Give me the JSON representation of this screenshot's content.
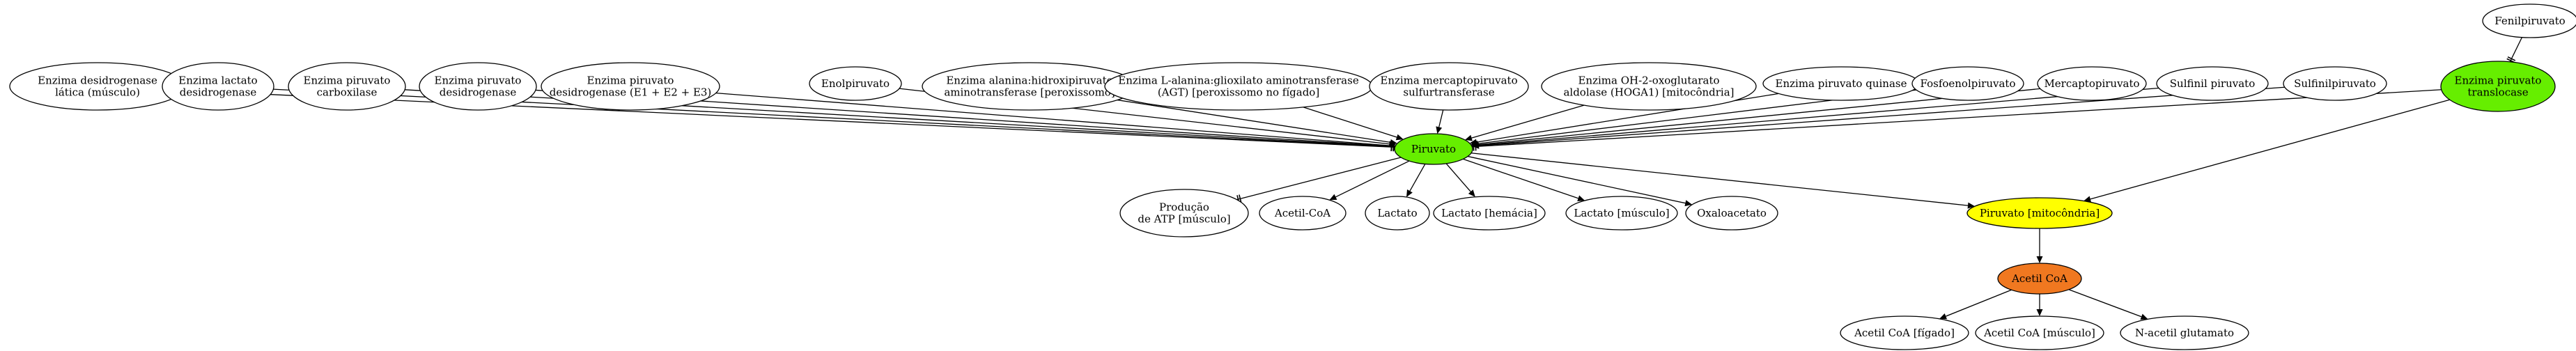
{
  "diagram": {
    "nodes": [
      {
        "id": "fenilpiruvato",
        "lines": [
          "Fenilpiruvato"
        ],
        "fill": "#ffffff"
      },
      {
        "id": "enzima-desidrogenase-latica",
        "lines": [
          "Enzima desidrogenase",
          "lática (músculo)"
        ],
        "fill": "#ffffff"
      },
      {
        "id": "enzima-lactato-desidrogenase",
        "lines": [
          "Enzima lactato",
          "desidrogenase"
        ],
        "fill": "#ffffff"
      },
      {
        "id": "enzima-piruvato-carboxilase",
        "lines": [
          "Enzima piruvato",
          "carboxilase"
        ],
        "fill": "#ffffff"
      },
      {
        "id": "enzima-piruvato-desidrogenase",
        "lines": [
          "Enzima piruvato",
          "desidrogenase"
        ],
        "fill": "#ffffff"
      },
      {
        "id": "enzima-piruvato-desidrogenase-e123",
        "lines": [
          "Enzima piruvato",
          "desidrogenase (E1 + E2 + E3)"
        ],
        "fill": "#ffffff"
      },
      {
        "id": "enolpiruvato",
        "lines": [
          "Enolpiruvato"
        ],
        "fill": "#ffffff"
      },
      {
        "id": "enzima-alanina-hidroxipiruvato",
        "lines": [
          "Enzima alanina:hidroxipiruvato",
          "aminotransferase [peroxissomo]"
        ],
        "fill": "#ffffff"
      },
      {
        "id": "enzima-l-alanina-glioxilato",
        "lines": [
          "Enzima L-alanina:glioxilato aminotransferase",
          "(AGT) [peroxissomo no fígado]"
        ],
        "fill": "#ffffff"
      },
      {
        "id": "enzima-mercaptopiruvato",
        "lines": [
          "Enzima mercaptopiruvato",
          "sulfurtransferase"
        ],
        "fill": "#ffffff"
      },
      {
        "id": "enzima-oh2-oxoglutarato",
        "lines": [
          "Enzima OH-2-oxoglutarato",
          "aldolase (HOGA1) [mitocôndria]"
        ],
        "fill": "#ffffff"
      },
      {
        "id": "enzima-piruvato-quinase",
        "lines": [
          "Enzima piruvato quinase"
        ],
        "fill": "#ffffff"
      },
      {
        "id": "fosfoenolpiruvato",
        "lines": [
          "Fosfoenolpiruvato"
        ],
        "fill": "#ffffff"
      },
      {
        "id": "mercaptopiruvato",
        "lines": [
          "Mercaptopiruvato"
        ],
        "fill": "#ffffff"
      },
      {
        "id": "sulfinil-piruvato",
        "lines": [
          "Sulfinil piruvato"
        ],
        "fill": "#ffffff"
      },
      {
        "id": "sulfinilpiruvato",
        "lines": [
          "Sulfinilpiruvato"
        ],
        "fill": "#ffffff"
      },
      {
        "id": "enzima-piruvato-translocase",
        "lines": [
          "Enzima piruvato",
          "translocase"
        ],
        "fill": "#66ee00"
      },
      {
        "id": "piruvato",
        "lines": [
          "Piruvato"
        ],
        "fill": "#66ee00"
      },
      {
        "id": "producao-atp",
        "lines": [
          "Produção",
          "de ATP [músculo]"
        ],
        "fill": "#ffffff"
      },
      {
        "id": "acetil-coa-lower",
        "lines": [
          "Acetil-CoA"
        ],
        "fill": "#ffffff"
      },
      {
        "id": "lactato",
        "lines": [
          "Lactato"
        ],
        "fill": "#ffffff"
      },
      {
        "id": "lactato-hemacia",
        "lines": [
          "Lactato [hemácia]"
        ],
        "fill": "#ffffff"
      },
      {
        "id": "lactato-musculo",
        "lines": [
          "Lactato [músculo]"
        ],
        "fill": "#ffffff"
      },
      {
        "id": "oxaloacetato",
        "lines": [
          "Oxaloacetato"
        ],
        "fill": "#ffffff"
      },
      {
        "id": "piruvato-mitocondria",
        "lines": [
          "Piruvato [mitocôndria]"
        ],
        "fill": "#ffff00"
      },
      {
        "id": "acetil-coa",
        "lines": [
          "Acetil CoA"
        ],
        "fill": "#f07820"
      },
      {
        "id": "acetil-coa-figado",
        "lines": [
          "Acetil CoA [fígado]"
        ],
        "fill": "#ffffff"
      },
      {
        "id": "acetil-coa-musculo",
        "lines": [
          "Acetil CoA [músculo]"
        ],
        "fill": "#ffffff"
      },
      {
        "id": "n-acetil-glutamato",
        "lines": [
          "N-acetil glutamato"
        ],
        "fill": "#ffffff"
      }
    ],
    "edges": [
      {
        "from": "fenilpiruvato",
        "to": "enzima-piruvato-translocase",
        "head": "tee"
      },
      {
        "from": "enzima-desidrogenase-latica",
        "to": "piruvato",
        "head": "tee"
      },
      {
        "from": "enzima-lactato-desidrogenase",
        "to": "piruvato",
        "head": "tee"
      },
      {
        "from": "enzima-piruvato-carboxilase",
        "to": "piruvato",
        "head": "tee"
      },
      {
        "from": "enzima-piruvato-desidrogenase",
        "to": "piruvato",
        "head": "tee"
      },
      {
        "from": "enzima-piruvato-desidrogenase-e123",
        "to": "piruvato",
        "head": "tee"
      },
      {
        "from": "enolpiruvato",
        "to": "piruvato",
        "head": "arrow"
      },
      {
        "from": "enzima-alanina-hidroxipiruvato",
        "to": "piruvato",
        "head": "arrow"
      },
      {
        "from": "enzima-l-alanina-glioxilato",
        "to": "piruvato",
        "head": "arrow"
      },
      {
        "from": "enzima-mercaptopiruvato",
        "to": "piruvato",
        "head": "arrow"
      },
      {
        "from": "enzima-oh2-oxoglutarato",
        "to": "piruvato",
        "head": "arrow"
      },
      {
        "from": "enzima-piruvato-quinase",
        "to": "piruvato",
        "head": "arrow"
      },
      {
        "from": "fosfoenolpiruvato",
        "to": "piruvato",
        "head": "arrow"
      },
      {
        "from": "mercaptopiruvato",
        "to": "piruvato",
        "head": "arrow"
      },
      {
        "from": "sulfinil-piruvato",
        "to": "piruvato",
        "head": "arrow"
      },
      {
        "from": "sulfinilpiruvato",
        "to": "piruvato",
        "head": "arrow"
      },
      {
        "from": "enzima-piruvato-translocase",
        "to": "piruvato",
        "head": "tee"
      },
      {
        "from": "piruvato",
        "to": "producao-atp",
        "head": "tee"
      },
      {
        "from": "piruvato",
        "to": "acetil-coa-lower",
        "head": "arrow"
      },
      {
        "from": "piruvato",
        "to": "lactato",
        "head": "arrow"
      },
      {
        "from": "piruvato",
        "to": "lactato-hemacia",
        "head": "arrow"
      },
      {
        "from": "piruvato",
        "to": "lactato-musculo",
        "head": "arrow"
      },
      {
        "from": "piruvato",
        "to": "oxaloacetato",
        "head": "arrow"
      },
      {
        "from": "piruvato",
        "to": "piruvato-mitocondria",
        "head": "arrow"
      },
      {
        "from": "enzima-piruvato-translocase",
        "to": "piruvato-mitocondria",
        "head": "arrow"
      },
      {
        "from": "piruvato-mitocondria",
        "to": "acetil-coa",
        "head": "arrow"
      },
      {
        "from": "acetil-coa",
        "to": "acetil-coa-figado",
        "head": "arrow"
      },
      {
        "from": "acetil-coa",
        "to": "acetil-coa-musculo",
        "head": "arrow"
      },
      {
        "from": "acetil-coa",
        "to": "n-acetil-glutamato",
        "head": "arrow"
      }
    ]
  }
}
